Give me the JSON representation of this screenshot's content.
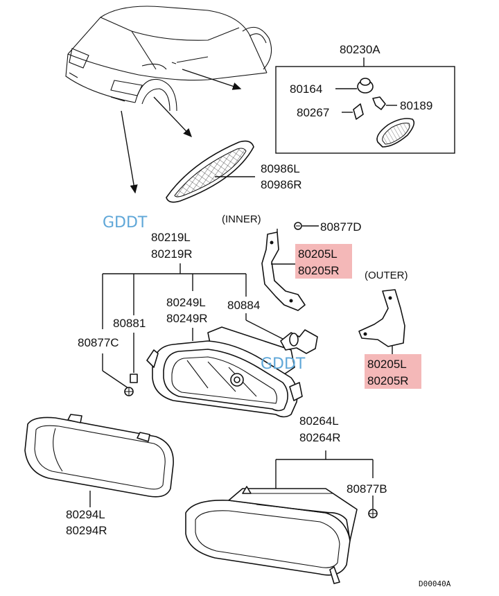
{
  "watermark": [
    "GDDT",
    "GDDT"
  ],
  "diagram_code": "D00040A",
  "group_labels": {
    "inner": "(INNER)",
    "outer": "(OUTER)"
  },
  "parts": [
    {
      "ref": "80230A"
    },
    {
      "ref": "80164"
    },
    {
      "ref": "80189"
    },
    {
      "ref": "80267"
    },
    {
      "ref": "80986L"
    },
    {
      "ref": "80986R"
    },
    {
      "ref": "80877D"
    },
    {
      "ref": "80205L",
      "highlighted": true
    },
    {
      "ref": "80205R",
      "highlighted": true
    },
    {
      "ref": "80219L"
    },
    {
      "ref": "80219R"
    },
    {
      "ref": "80249L"
    },
    {
      "ref": "80249R"
    },
    {
      "ref": "80884"
    },
    {
      "ref": "80881"
    },
    {
      "ref": "80877C"
    },
    {
      "ref": "80264L"
    },
    {
      "ref": "80264R"
    },
    {
      "ref": "80877B"
    },
    {
      "ref": "80294L"
    },
    {
      "ref": "80294R"
    }
  ],
  "colors": {
    "highlight": "#f4b8b8",
    "watermark": "#5fa7d8",
    "line": "#111111"
  }
}
